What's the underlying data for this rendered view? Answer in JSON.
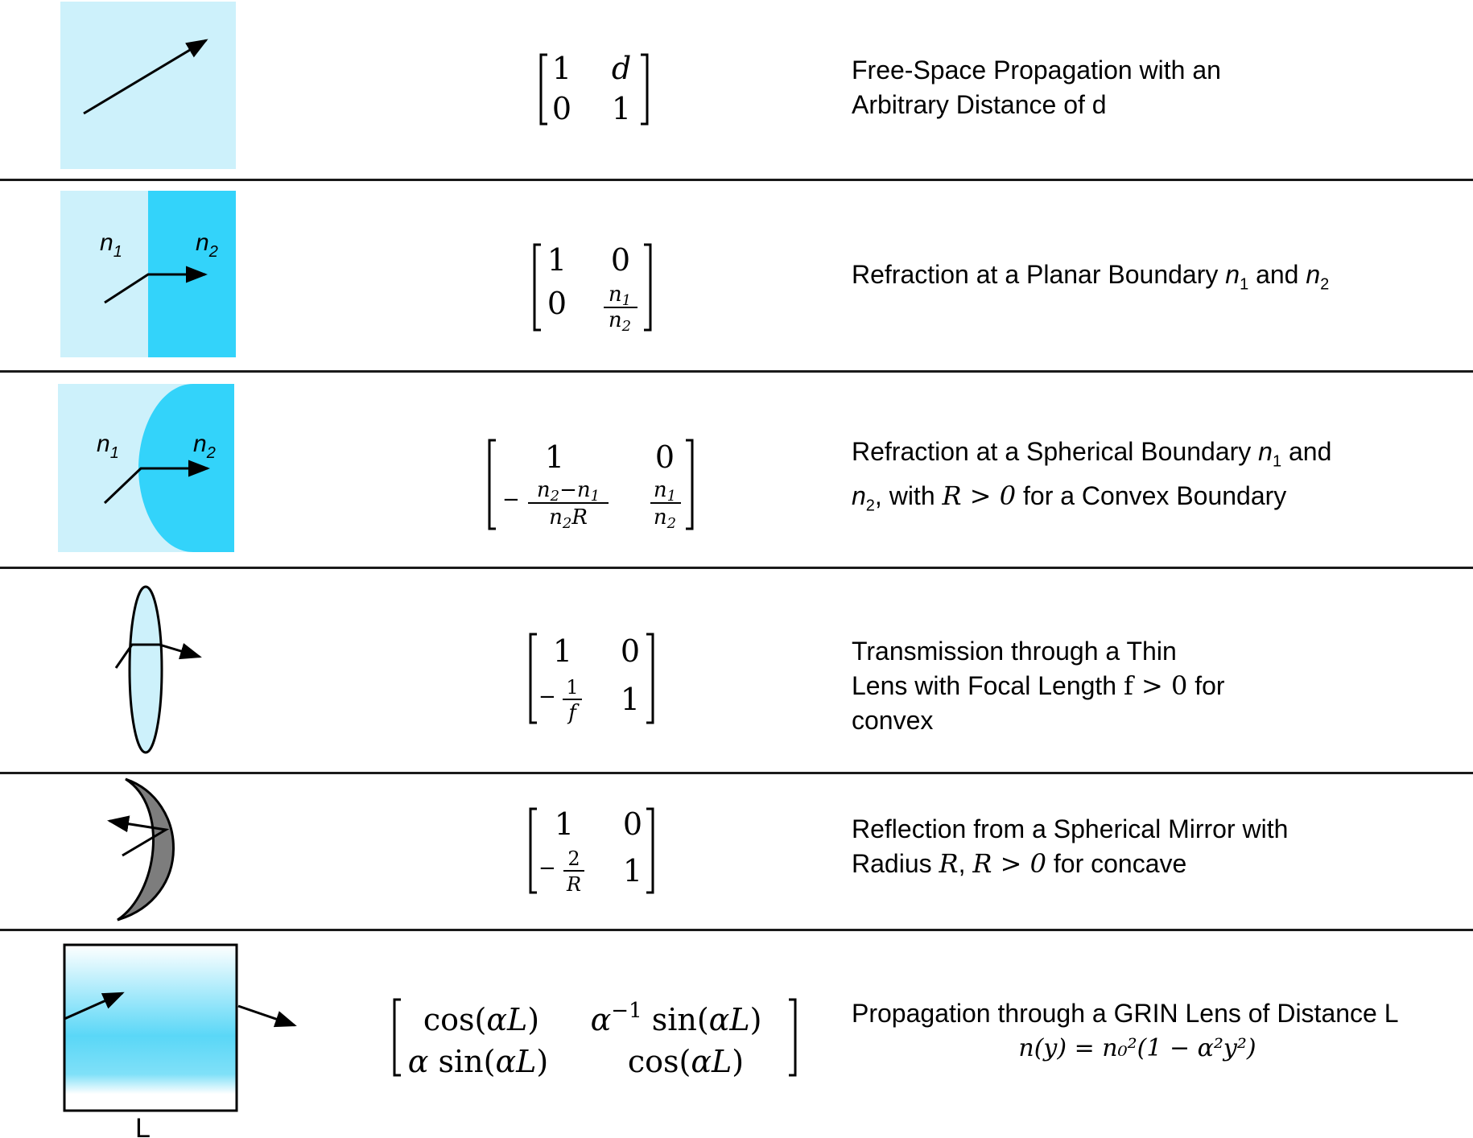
{
  "rows": [
    {
      "id": "free-space",
      "matrix": [
        [
          "1",
          "d"
        ],
        [
          "0",
          "1"
        ]
      ],
      "description_lines": [
        "Free-Space Propagation with an",
        "Arbitrary Distance of d"
      ]
    },
    {
      "id": "planar-boundary",
      "matrix": [
        [
          "1",
          "0"
        ],
        [
          "0",
          "n1/n2"
        ]
      ],
      "description_text": "Refraction at a Planar Boundary ",
      "description_and": " and ",
      "labels": {
        "n1": "n",
        "n1_sub": "1",
        "n2": "n",
        "n2_sub": "2"
      }
    },
    {
      "id": "spherical-boundary",
      "matrix": [
        [
          "1",
          "0"
        ],
        [
          "−(n2−n1)/(n2R)",
          "n1/n2"
        ]
      ],
      "description_line1": "Refraction at a Spherical Boundary ",
      "description_line1_end": " and",
      "description_line2_a": ", with ",
      "description_line2_math": "R > 0",
      "description_line2_b": " for a Convex Boundary",
      "labels": {
        "n1": "n",
        "n1_sub": "1",
        "n2": "n",
        "n2_sub": "2"
      }
    },
    {
      "id": "thin-lens",
      "matrix": [
        [
          "1",
          "0"
        ],
        [
          "−1/f",
          "1"
        ]
      ],
      "description_line1": "Transmission through a Thin",
      "description_line2_a": "Lens with Focal Length ",
      "description_line2_math": "f > 0",
      "description_line2_b": " for",
      "description_line3": "convex"
    },
    {
      "id": "spherical-mirror",
      "matrix": [
        [
          "1",
          "0"
        ],
        [
          "−2/R",
          "1"
        ]
      ],
      "description_line1": "Reflection from a Spherical Mirror with",
      "description_line2_a": "Radius ",
      "description_line2_math1": "R",
      "description_line2_sep": ", ",
      "description_line2_math2": "R > 0",
      "description_line2_b": " for concave"
    },
    {
      "id": "grin-lens",
      "matrix": [
        [
          "cos(αL)",
          "α⁻¹ sin(αL)"
        ],
        [
          "α sin(αL)",
          "cos(αL)"
        ]
      ],
      "description_line1": "Propagation through a GRIN Lens of Distance L",
      "description_line2": "n(y) = n₀²(1 − α²y²)",
      "labels": {
        "L": "L"
      }
    }
  ],
  "colors": {
    "light_cyan": "#cdf1fb",
    "medium_cyan": "#33d3fa",
    "mirror_gray": "#7d7d7d",
    "rule": "#1a1a1a"
  },
  "icons": [
    "arrow-ray-icon",
    "planar-boundary-icon",
    "spherical-boundary-icon",
    "thin-lens-icon",
    "spherical-mirror-icon",
    "grin-lens-icon"
  ]
}
